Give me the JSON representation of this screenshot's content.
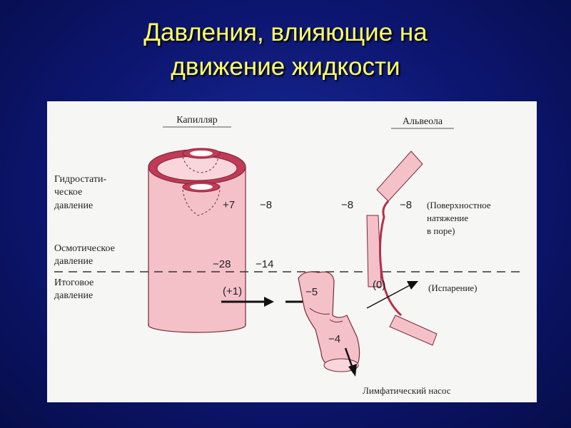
{
  "title": {
    "line1": "Давления, влияющие на",
    "line2": "движение жидкости"
  },
  "diagram": {
    "capillary_label": "Капилляр",
    "alveola_label": "Альвеола",
    "rows": {
      "hydrostatic": [
        "Гидростати-",
        "ческое",
        "давление"
      ],
      "osmotic": [
        "Осмотическое",
        "давление"
      ],
      "total": [
        "Итоговое",
        "давление"
      ]
    },
    "values": {
      "cap_hydro": "+7",
      "int_hydro": "−8",
      "alv_int_hydro": "−8",
      "alv_hydro": "−8",
      "cap_osm": "−28",
      "int_osm": "−14",
      "cap_total": "(+1)",
      "lymph_upper": "−5",
      "lymph_lower": "−4",
      "alv_total": "(0)"
    },
    "surface_tension": [
      "(Поверхностное",
      "натяжение",
      "в поре)"
    ],
    "evaporation": "(Испарение)",
    "lymph_pump": "Лимфатический насос"
  },
  "colors": {
    "title": "#ffff66",
    "vessel_fill": "#f4c1c8",
    "vessel_wall": "#b5304a",
    "panel": "#f6f6f4"
  }
}
